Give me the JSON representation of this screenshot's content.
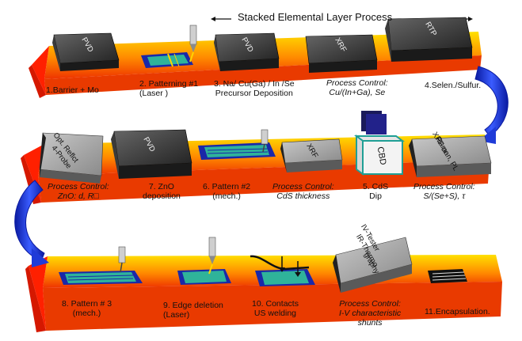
{
  "header": {
    "title": "Stacked Elemental Layer Process",
    "arrow_left": "←",
    "arrow_right": "→"
  },
  "colors": {
    "belt_top": "#ffd400",
    "belt_bottom": "#ee3300",
    "belt_edge": "#ff1800",
    "arrow": "#1f3bd8",
    "tool_dark": "#2c2c2c",
    "tool_grey": "#9a9a9a",
    "substrate_blue": "#1a28a8",
    "substrate_teal": "#2fb39a",
    "cbd_teal": "#1f9f95"
  },
  "row1": {
    "steps": [
      {
        "id": "barrier",
        "line1": "1.Barrier + Mo"
      },
      {
        "id": "pattern1",
        "line1": "2. Patterning #1",
        "line2": "(Laser )"
      },
      {
        "id": "precursor",
        "line1": "3. Na/ Cu(Ga) / In /Se",
        "line2": "Precursor Deposition"
      },
      {
        "id": "pc-cu",
        "line1": "Process Control:",
        "line2": "Cu/(In+Ga), Se"
      },
      {
        "id": "selen",
        "line1": "4.Selen./Sulfur."
      }
    ],
    "tools": {
      "pvd1": "PVD",
      "pvd2": "PVD",
      "xrf": "XRF",
      "rtp": "RTP"
    }
  },
  "row2": {
    "steps": [
      {
        "id": "pc-zno",
        "line1": "Process Control:",
        "line2": "ZnO: d, R□"
      },
      {
        "id": "zno",
        "line1": "7. ZnO",
        "line2": "deposition"
      },
      {
        "id": "pattern2",
        "line1": "6. Pattern #2",
        "line2": "(mech.)"
      },
      {
        "id": "pc-cds",
        "line1": "Process Control:",
        "line2": "CdS thickness"
      },
      {
        "id": "cds",
        "line1": "5. CdS",
        "line2": "Dip"
      },
      {
        "id": "pc-s",
        "line1": "Process Control:",
        "line2": "S/(Se+S), τ"
      }
    ],
    "tools": {
      "opt": "Opt. Reflct",
      "probe": "4-Probe",
      "pvd": "PVD",
      "xrf": "XRF",
      "cbd": "CBD",
      "raman1": "XRF or",
      "raman2": "Raman, PL"
    }
  },
  "row3": {
    "steps": [
      {
        "id": "pattern3",
        "line1": "8. Pattern # 3",
        "line2": "(mech.)"
      },
      {
        "id": "edge",
        "line1": "9. Edge deletion",
        "line2": "(Laser)"
      },
      {
        "id": "contacts",
        "line1": "10. Contacts",
        "line2": "US welding"
      },
      {
        "id": "pc-iv",
        "line1": "Process Control:",
        "line2": "I-V characteristic",
        "line3": "shunts"
      },
      {
        "id": "encap",
        "line1": "11.Encapsulation."
      }
    ],
    "tools": {
      "iv1": "IV-Tester",
      "iv2": "IR-Thermo",
      "iv3": "graphy"
    }
  }
}
